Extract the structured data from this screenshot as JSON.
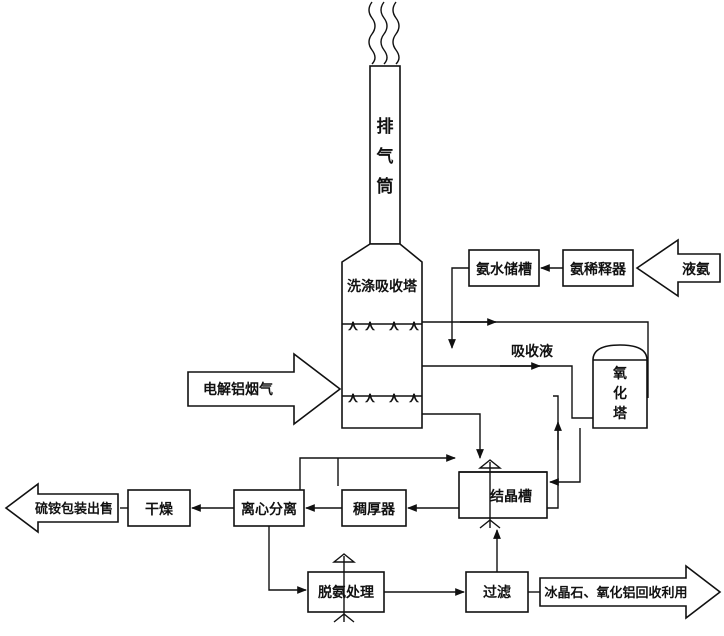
{
  "labels": {
    "stack": [
      "排",
      "气",
      "筒"
    ],
    "scrubber": "洗涤吸收塔",
    "ammonia_storage": "氨水储槽",
    "ammonia_diluter": "氨稀释器",
    "liquid_ammonia": "液氨",
    "absorbent": "吸收液",
    "oxidation_tower": [
      "氧",
      "化",
      "塔"
    ],
    "flue_gas": "电解铝烟气",
    "crystallizer": "结晶槽",
    "thickener": "稠厚器",
    "centrifuge": "离心分离",
    "dryer": "干燥",
    "product": "硫铵包装出售",
    "deammonia": "脱氨处理",
    "filter": "过滤",
    "byproduct": "冰晶石、氧化铝回收利用"
  },
  "spray_symbol": "⋏",
  "colors": {
    "ink": "#111111",
    "background": "#ffffff"
  }
}
